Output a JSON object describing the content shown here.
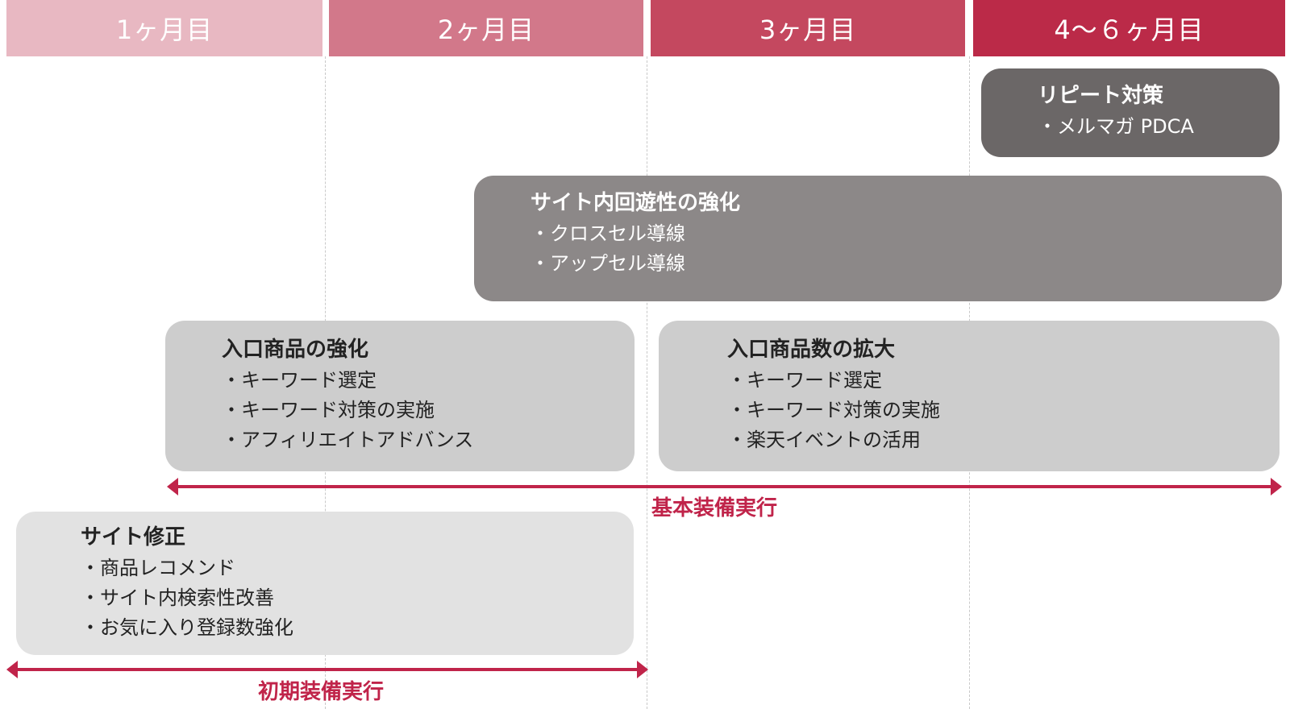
{
  "colors": {
    "month1": "#e8b8c2",
    "month2": "#d2788a",
    "month3": "#c4485f",
    "month4": "#bb2a48",
    "box_dark": "#6b6767",
    "box_mid": "#8c8888",
    "box_light": "#cdcdcd",
    "box_lighter": "#e2e2e2",
    "accent": "#c0244a"
  },
  "months": [
    "1ヶ月目",
    "2ヶ月目",
    "3ヶ月目",
    "4～６ヶ月目"
  ],
  "boxes": {
    "repeat": {
      "title": "リピート対策",
      "items": [
        "メルマガ PDCA"
      ]
    },
    "navi": {
      "title": "サイト内回遊性の強化",
      "items": [
        "クロスセル導線",
        "アップセル導線"
      ]
    },
    "entry": {
      "title": "入口商品の強化",
      "items": [
        "キーワード選定",
        "キーワード対策の実施",
        "アフィリエイトアドバンス"
      ]
    },
    "expand": {
      "title": "入口商品数の拡大",
      "items": [
        "キーワード選定",
        "キーワード対策の実施",
        "楽天イベントの活用"
      ]
    },
    "site": {
      "title": "サイト修正",
      "items": [
        "商品レコメンド",
        "サイト内検索性改善",
        "お気に入り登録数強化"
      ]
    }
  },
  "phases": {
    "basic": "基本装備実行",
    "initial": "初期装備実行"
  }
}
